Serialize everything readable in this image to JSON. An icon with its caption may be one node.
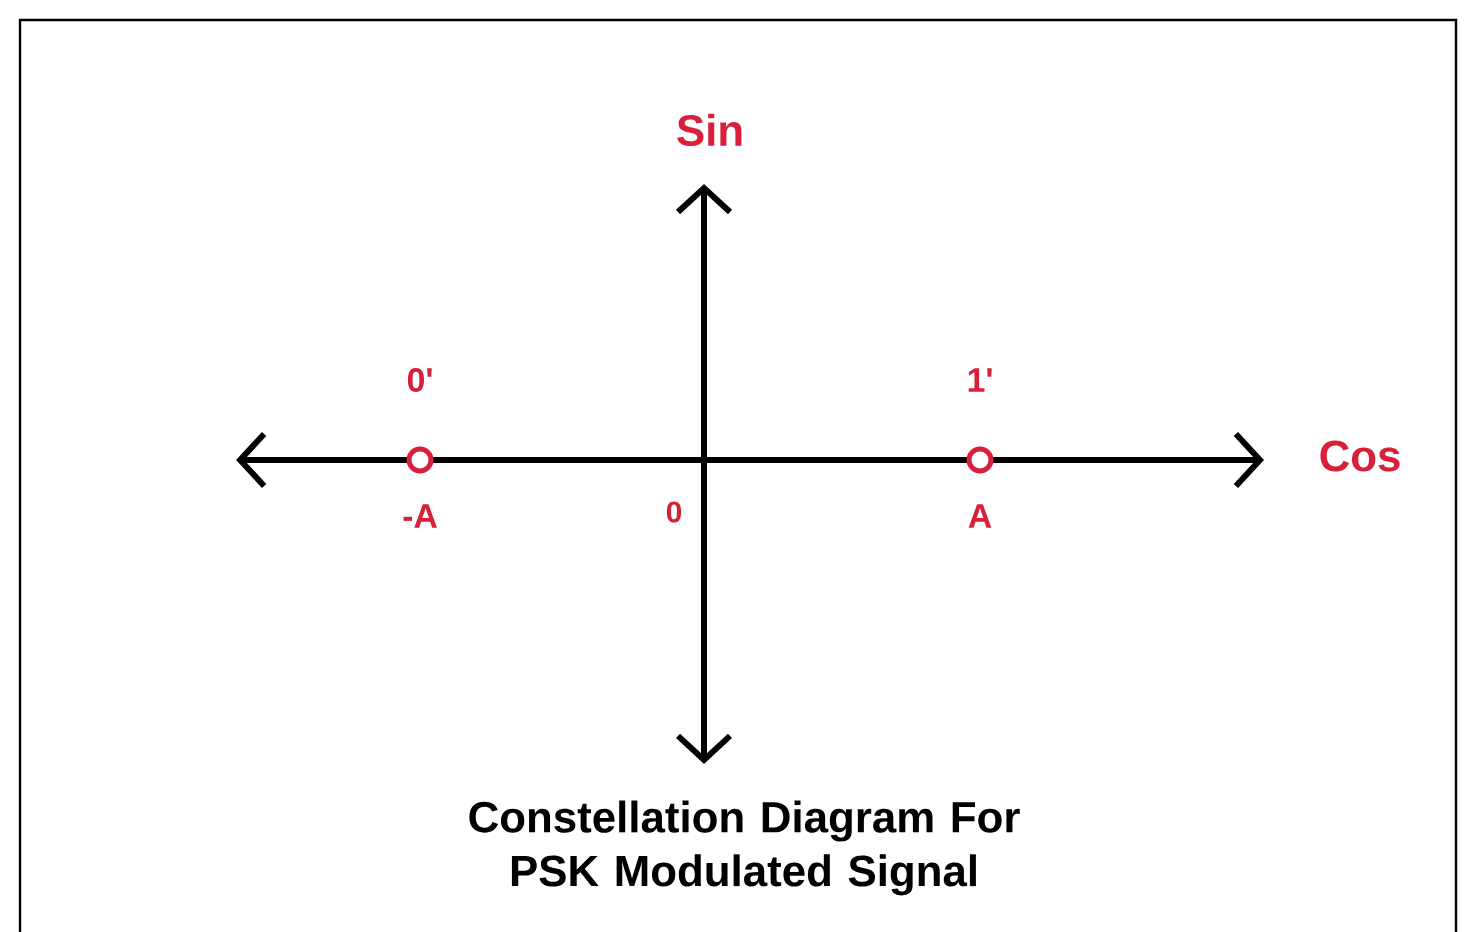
{
  "diagram": {
    "caption": "Constellation Diagram For PSK Modulated Signal",
    "nodes": [
      {
        "text": [],
        "shape": "circle",
        "beside": [
          "0'",
          "-A"
        ]
      },
      {
        "text": [],
        "shape": "circle",
        "beside": [
          "1'",
          "A"
        ]
      }
    ],
    "labels": [
      "Sin",
      "Cos",
      "0"
    ]
  }
}
